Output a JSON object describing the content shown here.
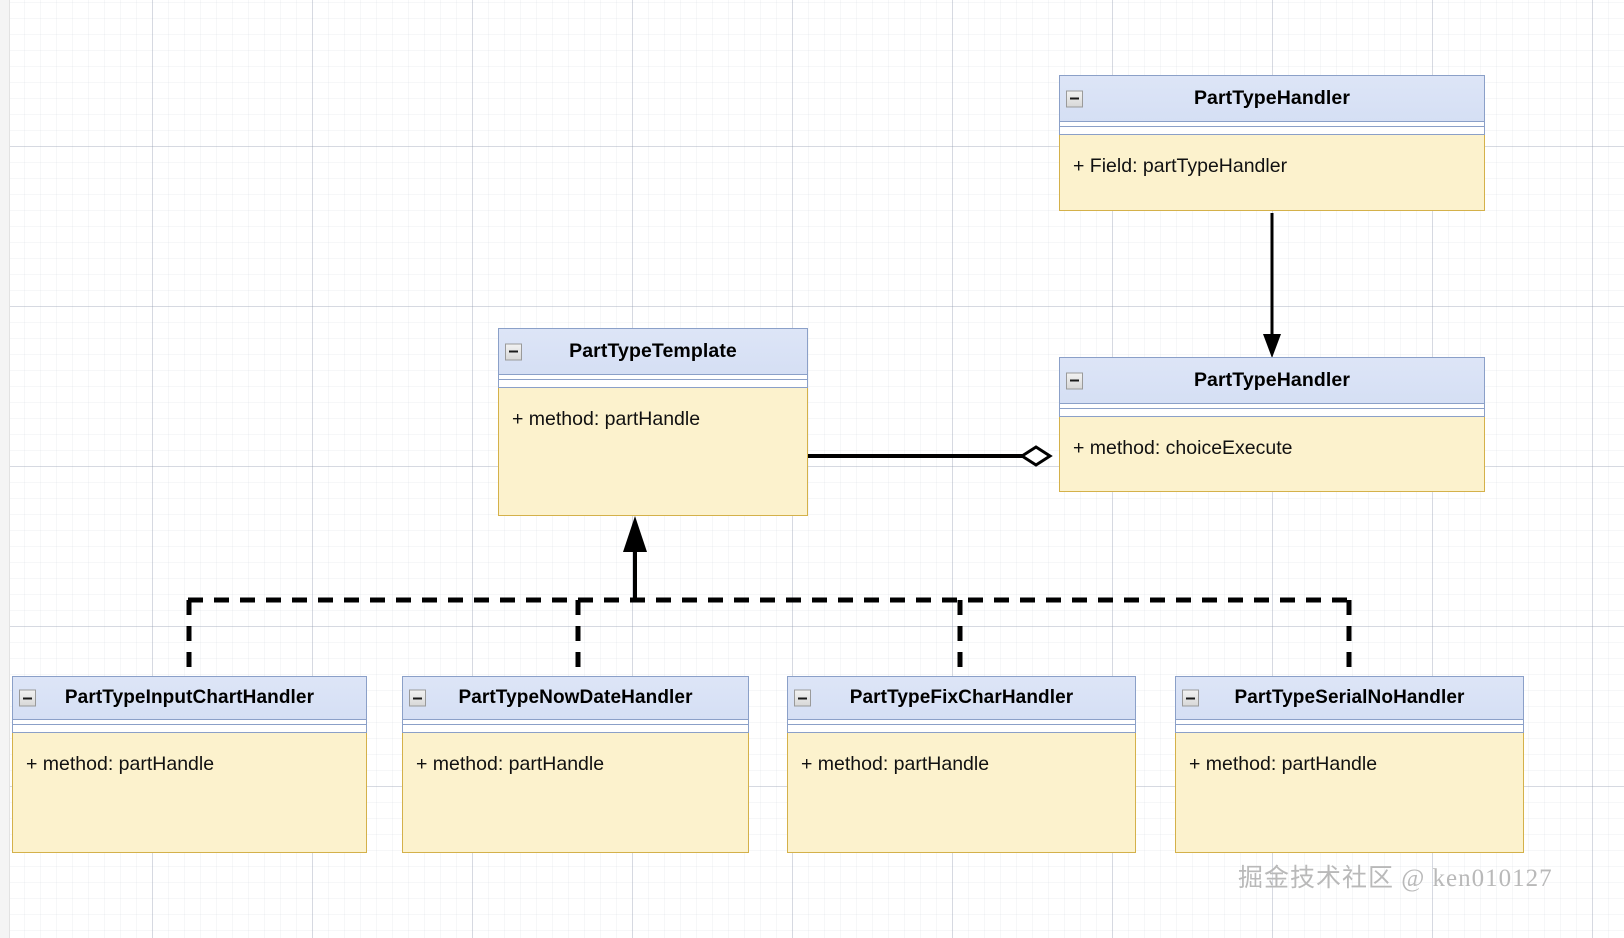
{
  "canvas": {
    "background": "#ffffff",
    "grid_minor_color": "#f2f3f5",
    "grid_major_color": "#d9dde4"
  },
  "theme": {
    "header_fill": "#dae3f5",
    "header_border": "#8ba0c8",
    "body_fill": "#fcf2cd",
    "body_border": "#d4b14a",
    "line_color": "#000000",
    "watermark_color": "#b9b9b9"
  },
  "icons": {
    "collapse": "collapse-minus-icon"
  },
  "classes": [
    {
      "id": "part-type-handler-field",
      "name": "PartTypeHandler",
      "members": [
        "+ Field: partTypeHandler"
      ]
    },
    {
      "id": "part-type-handler-choice",
      "name": "PartTypeHandler",
      "members": [
        "+ method: choiceExecute"
      ]
    },
    {
      "id": "part-type-template",
      "name": "PartTypeTemplate",
      "members": [
        "+ method: partHandle"
      ]
    },
    {
      "id": "part-type-input-chart-handler",
      "name": "PartTypeInputChartHandler",
      "members": [
        "+ method: partHandle"
      ]
    },
    {
      "id": "part-type-now-date-handler",
      "name": "PartTypeNowDateHandler",
      "members": [
        "+ method: partHandle"
      ]
    },
    {
      "id": "part-type-fix-char-handler",
      "name": "PartTypeFixCharHandler",
      "members": [
        "+ method: partHandle"
      ]
    },
    {
      "id": "part-type-serial-no-handler",
      "name": "PartTypeSerialNoHandler",
      "members": [
        "+ method: partHandle"
      ]
    }
  ],
  "relations": [
    {
      "id": "handler-to-handler",
      "type": "directed-association",
      "from": "part-type-handler-field",
      "to": "part-type-handler-choice",
      "arrow": "filled-arrow"
    },
    {
      "id": "template-to-handler",
      "type": "aggregation",
      "from": "part-type-template",
      "to": "part-type-handler-choice",
      "arrow": "hollow-diamond"
    },
    {
      "id": "subclasses-to-template",
      "type": "realization",
      "from": "subclasses",
      "to": "part-type-template",
      "arrow": "filled-arrow",
      "line_style": "dashed"
    }
  ],
  "watermark": {
    "text": "掘金技术社区 @ ken010127"
  }
}
